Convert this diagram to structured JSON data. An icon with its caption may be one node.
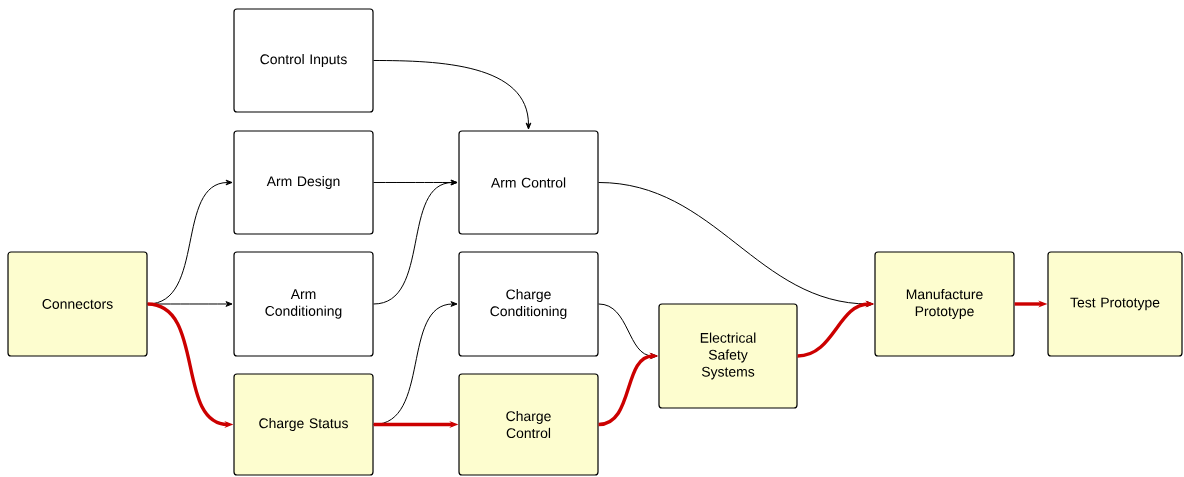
{
  "diagram": {
    "nodes": [
      {
        "text": [
          "Control Inputs"
        ]
      },
      {
        "text": [
          "Arm Design"
        ]
      },
      {
        "text": [
          "Arm Control"
        ]
      },
      {
        "text": [
          "Connectors"
        ]
      },
      {
        "text": [
          "Arm Conditioning"
        ]
      },
      {
        "text": [
          "Charge Conditioning"
        ]
      },
      {
        "text": [
          "Manufacture Prototype"
        ]
      },
      {
        "text": [
          "Test Prototype"
        ]
      },
      {
        "text": [
          "Electrical Safety Systems"
        ]
      },
      {
        "text": [
          "Charge Status"
        ]
      },
      {
        "text": [
          "Charge Control"
        ]
      }
    ],
    "edges": [
      {
        "from": 0,
        "to": 2,
        "arrow": "to"
      },
      {
        "from": 3,
        "to": 1,
        "arrow": "to"
      },
      {
        "from": 3,
        "to": 4,
        "arrow": "to"
      },
      {
        "from": 3,
        "to": 9,
        "arrow": "to",
        "style": "thick",
        "color": "#cc0000"
      },
      {
        "from": 1,
        "to": 2,
        "arrow": "to"
      },
      {
        "from": 4,
        "to": 2,
        "arrow": "to"
      },
      {
        "from": 2,
        "to": 6,
        "arrow": "to"
      },
      {
        "from": 9,
        "to": 5,
        "arrow": "to"
      },
      {
        "from": 9,
        "to": 10,
        "arrow": "to",
        "style": "thick",
        "color": "#cc0000"
      },
      {
        "from": 5,
        "to": 8,
        "arrow": "to"
      },
      {
        "from": 10,
        "to": 8,
        "arrow": "to",
        "style": "thick",
        "color": "#cc0000"
      },
      {
        "from": 8,
        "to": 6,
        "arrow": "to",
        "style": "thick",
        "color": "#cc0000"
      },
      {
        "from": 6,
        "to": 7,
        "arrow": "to",
        "style": "thick",
        "color": "#cc0000"
      }
    ]
  }
}
